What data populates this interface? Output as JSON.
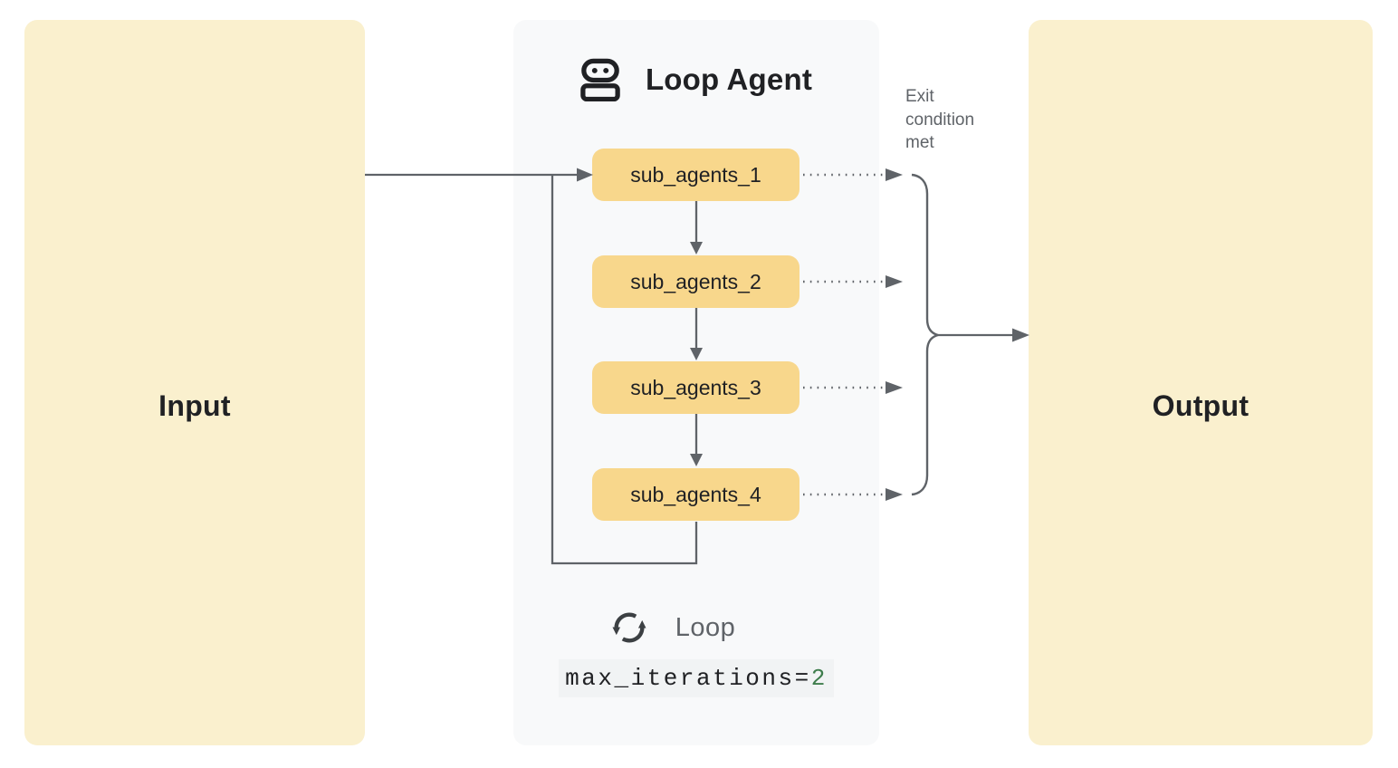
{
  "input": {
    "label": "Input"
  },
  "output": {
    "label": "Output"
  },
  "loop_agent": {
    "title": "Loop Agent",
    "sub_agents": [
      {
        "label": "sub_agents_1"
      },
      {
        "label": "sub_agents_2"
      },
      {
        "label": "sub_agents_3"
      },
      {
        "label": "sub_agents_4"
      }
    ],
    "loop": {
      "label": "Loop",
      "code_prefix": "max_iterations=",
      "code_value": "2"
    }
  },
  "annotations": {
    "exit_condition": "Exit condition met"
  },
  "icons": {
    "robot": "robot-icon",
    "loop": "loop-arrows-icon"
  },
  "colors": {
    "input_output_fill": "#FAF0CE",
    "sub_agent_fill": "#F8D78C",
    "panel_fill": "#F8F9FA",
    "connector_gray": "#5F6368",
    "text_primary": "#202124",
    "text_secondary": "#5F6368",
    "code_value_green": "#3E7D4C",
    "code_chip_bg": "#F1F3F4"
  }
}
